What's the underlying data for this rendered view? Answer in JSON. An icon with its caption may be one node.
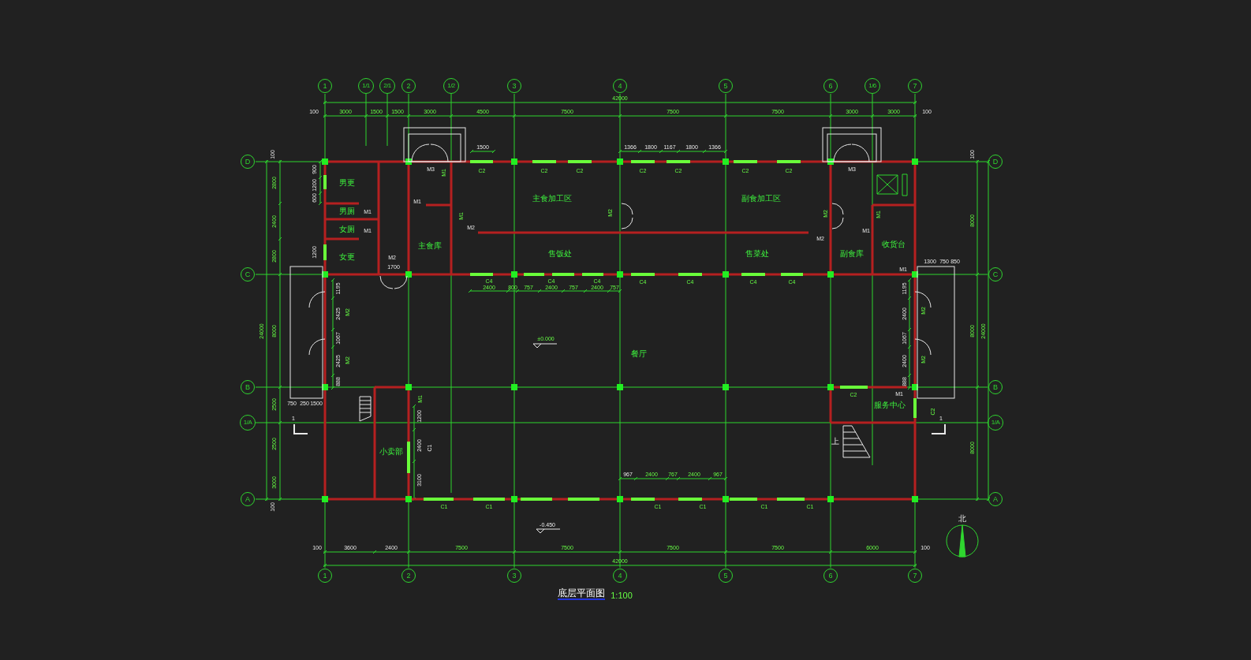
{
  "diagram": {
    "title": "底层平面图",
    "nodes": [
      {
        "text": [
          "男更"
        ]
      },
      {
        "text": [
          "男厕"
        ]
      },
      {
        "text": [
          "女厕"
        ]
      },
      {
        "text": [
          "女更"
        ]
      },
      {
        "text": [
          "主食库"
        ]
      },
      {
        "text": [
          "主食加工区"
        ]
      },
      {
        "text": [
          "副食加工区"
        ]
      },
      {
        "text": [
          "售饭处"
        ]
      },
      {
        "text": [
          "售菜处"
        ]
      },
      {
        "text": [
          "副食库"
        ]
      },
      {
        "text": [
          "收货台"
        ]
      },
      {
        "text": [
          "餐厅"
        ]
      },
      {
        "text": [
          "服务中心"
        ],
        "in": 11
      },
      {
        "text": [
          "小卖部"
        ],
        "in": 11
      },
      {
        "text": [
          "1"
        ]
      },
      {
        "text": [
          "1/1"
        ]
      },
      {
        "text": [
          "2/1"
        ]
      },
      {
        "text": [
          "2"
        ]
      },
      {
        "text": [
          "1/2"
        ]
      },
      {
        "text": [
          "3"
        ]
      },
      {
        "text": [
          "4"
        ]
      },
      {
        "text": [
          "5"
        ]
      },
      {
        "text": [
          "6"
        ]
      },
      {
        "text": [
          "1/6"
        ]
      },
      {
        "text": [
          "7"
        ]
      },
      {
        "text": [
          "D"
        ]
      },
      {
        "text": [
          "D"
        ]
      },
      {
        "text": [
          "C"
        ]
      },
      {
        "text": [
          "C"
        ]
      },
      {
        "text": [
          "B"
        ]
      },
      {
        "text": [
          "B"
        ]
      },
      {
        "text": [
          "1/A"
        ]
      },
      {
        "text": [
          "1/A"
        ]
      },
      {
        "text": [
          "A"
        ]
      },
      {
        "text": [
          "A"
        ]
      },
      {
        "text": [
          "1"
        ]
      },
      {
        "text": [
          "2"
        ]
      },
      {
        "text": [
          "3"
        ]
      },
      {
        "text": [
          "4"
        ]
      },
      {
        "text": [
          "5"
        ]
      },
      {
        "text": [
          "6"
        ]
      },
      {
        "text": [
          "7"
        ]
      }
    ],
    "labels": [
      "100",
      "42000",
      "3000",
      "1500",
      "1500",
      "3000",
      "4500",
      "7500",
      "7500",
      "7500",
      "3000",
      "3000",
      "100",
      "1500",
      "1366",
      "1800",
      "1167",
      "1800",
      "1366",
      "C2",
      "C2",
      "C2",
      "C2",
      "C2",
      "C2",
      "C2",
      "M3",
      "M3",
      "100",
      "2800",
      "2400",
      "2800",
      "900",
      "1200",
      "600",
      "1200",
      "M1",
      "M1",
      "M1",
      "M2",
      "1700",
      "M2",
      "M1",
      "M1",
      "M2",
      "M2",
      "M2",
      "M1",
      "M1",
      "8000",
      "100",
      "C4",
      "2400",
      "800",
      "757",
      "C4",
      "2400",
      "757",
      "C4",
      "2400",
      "757",
      "C4",
      "C4",
      "C4",
      "C4",
      "M1",
      "1300",
      "750",
      "850",
      "1195",
      "2400",
      "1067",
      "2400",
      "888",
      "M2",
      "M2",
      "1195",
      "2425",
      "1067",
      "2425",
      "888",
      "M2",
      "M2",
      "24000",
      "8000",
      "8000",
      "24000",
      "750",
      "250",
      "1500",
      "±0.000",
      "C2",
      "C2",
      "M1",
      "M1",
      "1200",
      "2400",
      "3100",
      "C1",
      "2500",
      "2500",
      "3000",
      "8000",
      "1",
      "1",
      "上",
      "967",
      "2400",
      "767",
      "2400",
      "967",
      "100",
      "C1",
      "C1",
      "C1",
      "C1",
      "C1",
      "C1",
      "-0.450",
      "100",
      "3600",
      "2400",
      "7500",
      "7500",
      "7500",
      "7500",
      "6000",
      "100",
      "42000",
      "北",
      "1:100"
    ]
  }
}
